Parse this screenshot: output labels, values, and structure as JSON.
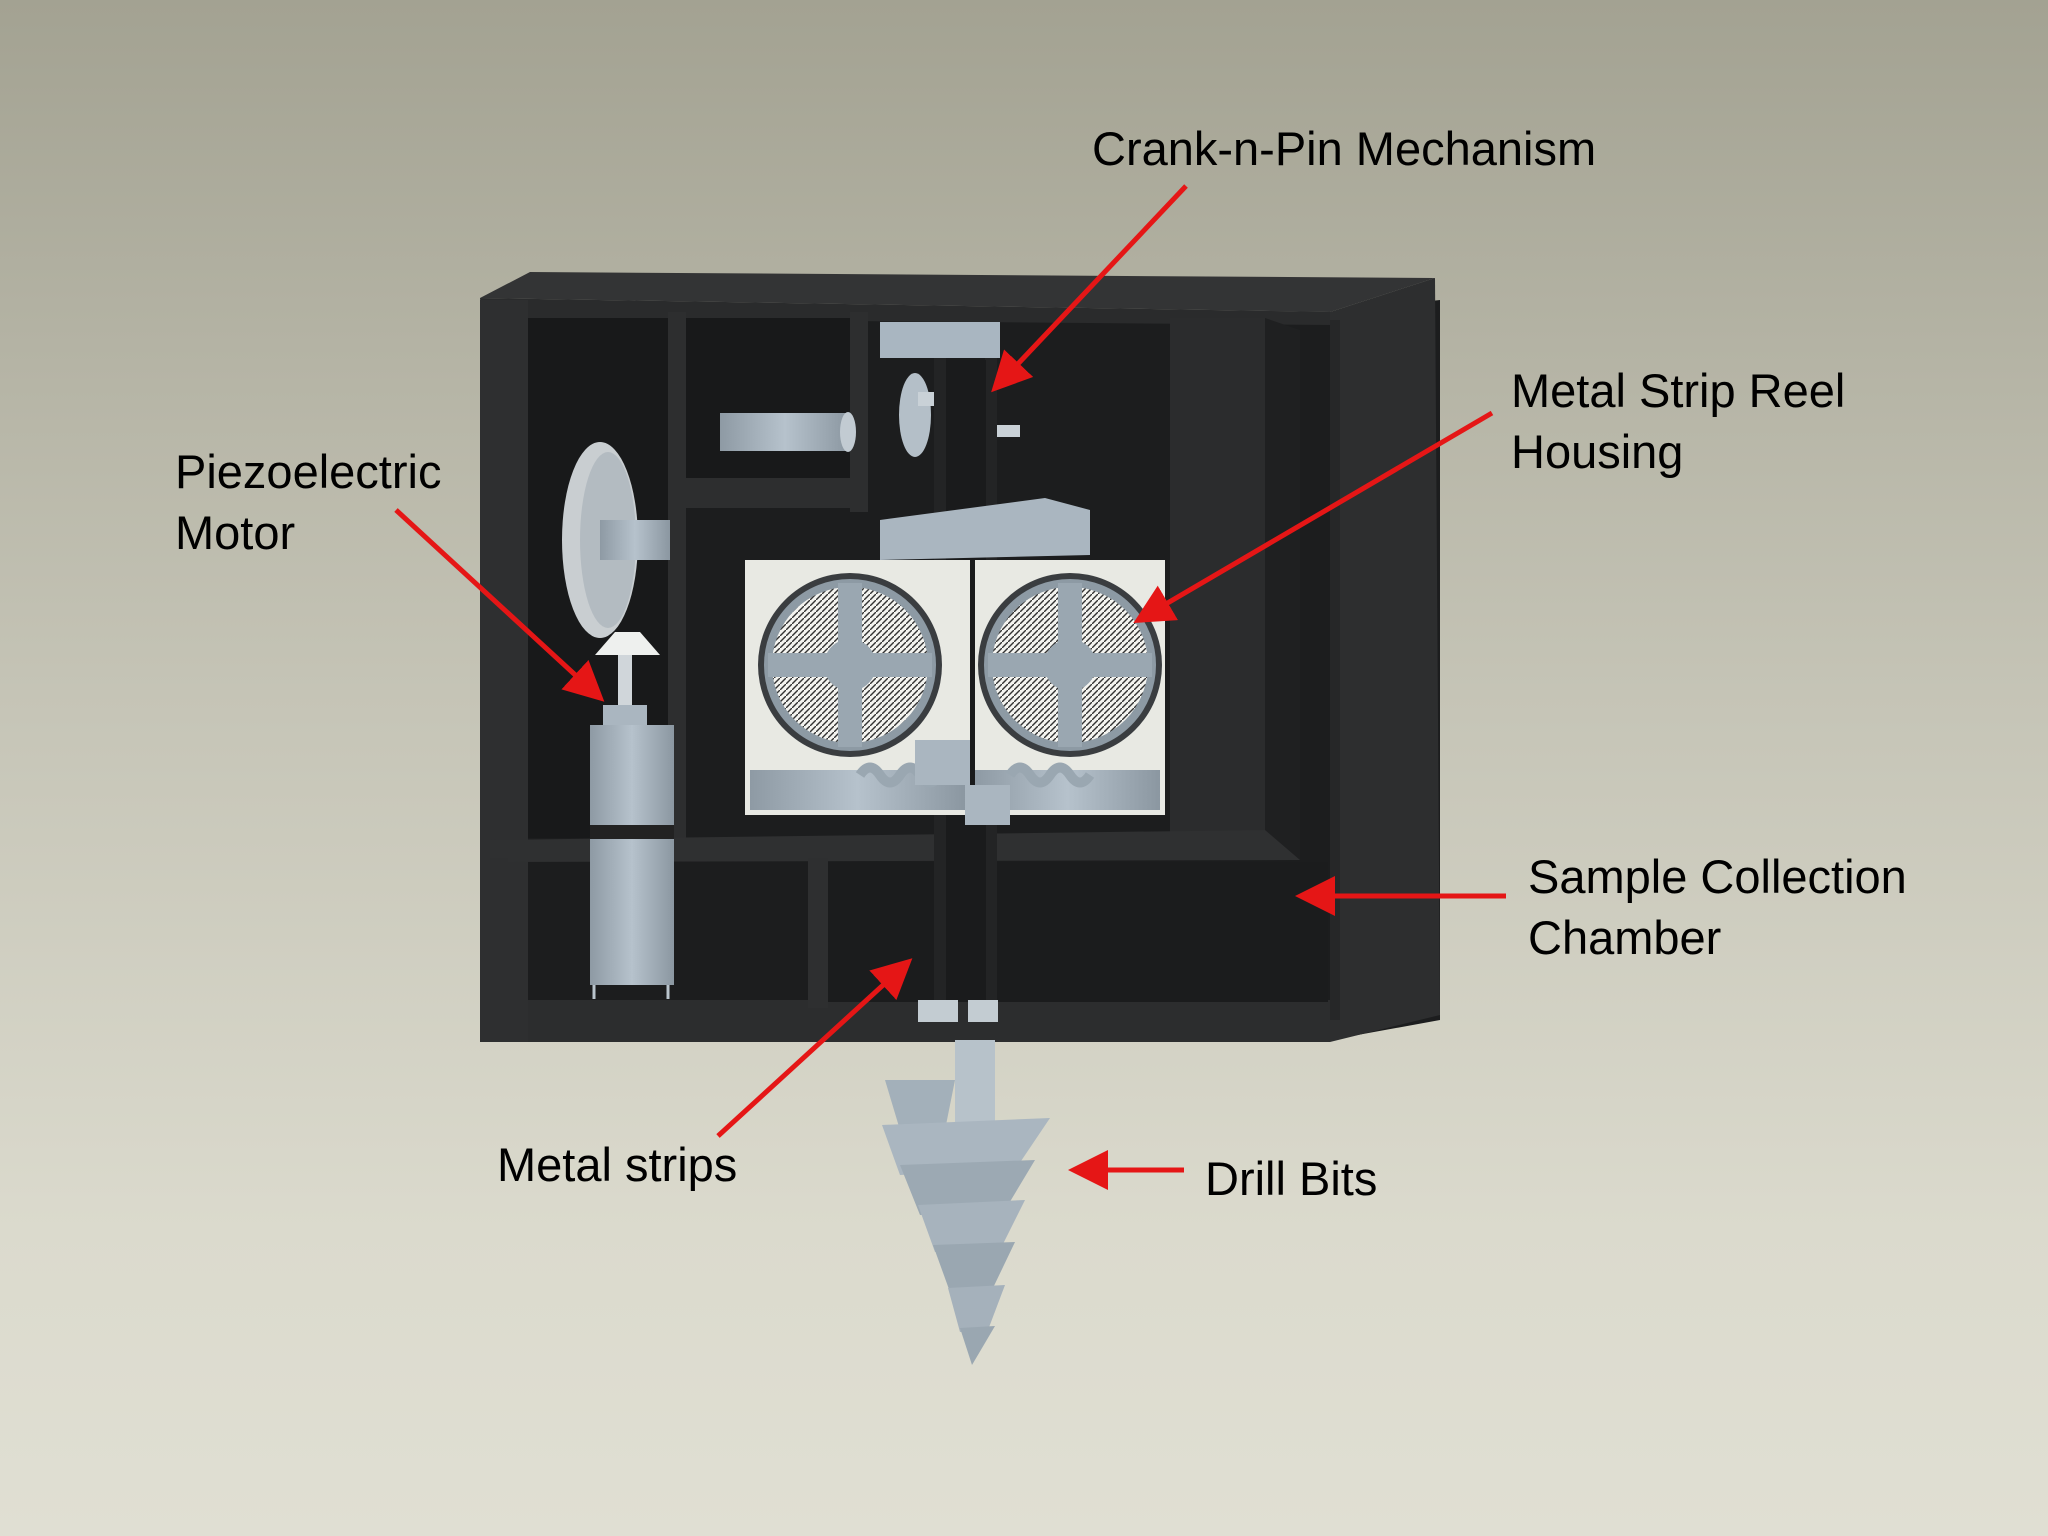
{
  "labels": {
    "crank": [
      "Crank-n-Pin Mechanism"
    ],
    "reel": [
      "Metal Strip Reel",
      "Housing"
    ],
    "piezo": [
      "Piezoelectric",
      "Motor"
    ],
    "sample": [
      "Sample Collection",
      "Chamber"
    ],
    "strips": [
      "Metal strips"
    ],
    "drill": [
      "Drill Bits"
    ]
  },
  "colors": {
    "frame": "#2a2b2c",
    "frame_dark": "#18191a",
    "metal": "#a9b6c1",
    "metal_dark": "#7e8a94",
    "panel": "#e7e8e2",
    "arrow": "#e51616"
  }
}
